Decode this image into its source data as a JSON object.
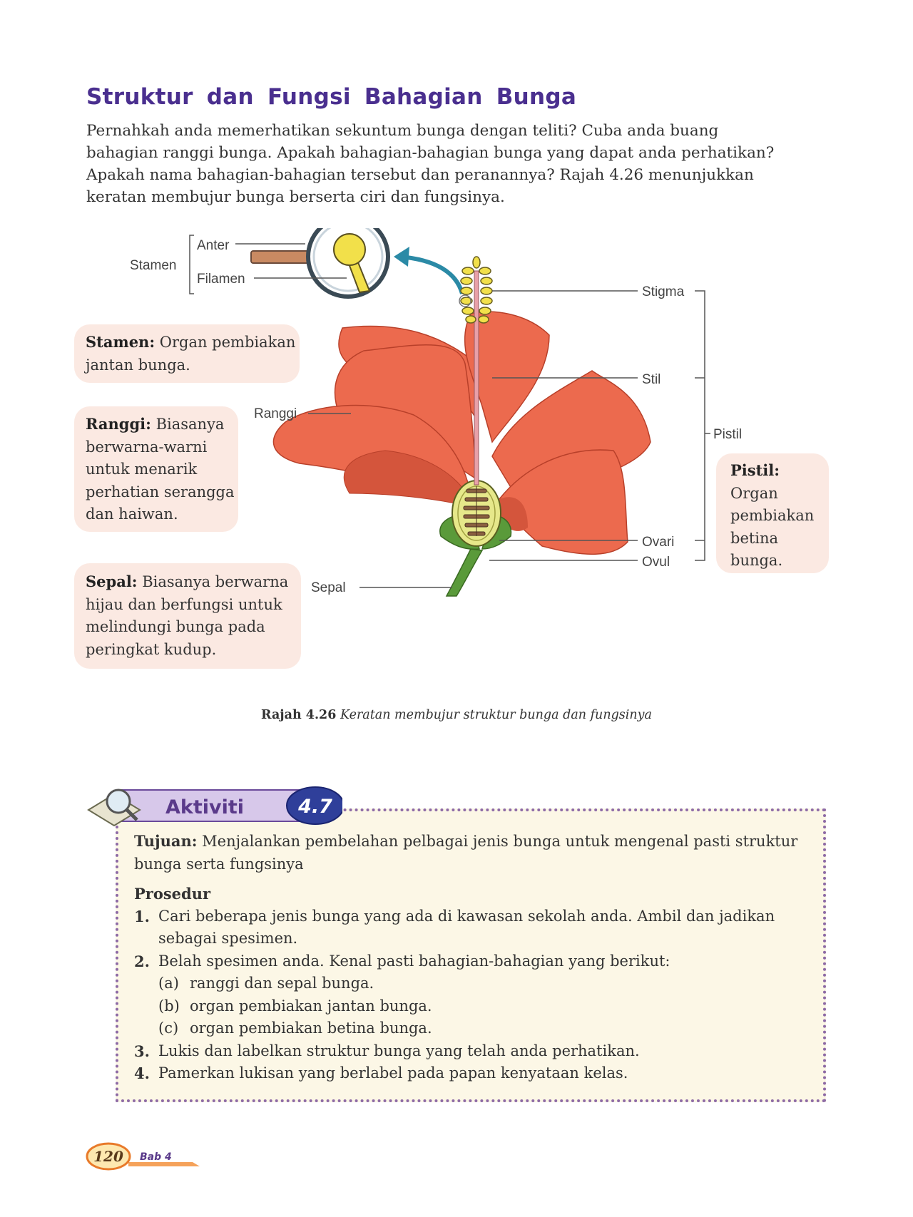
{
  "heading": "Struktur dan Fungsi Bahagian Bunga",
  "intro_lines": [
    "Pernahkah anda memerhatikan sekuntum bunga dengan teliti? Cuba anda buang",
    "bahagian ranggi bunga. Apakah bahagian-bahagian bunga yang dapat anda perhatikan?",
    "Apakah nama bahagian-bahagian tersebut dan peranannya? Rajah 4.26 menunjukkan",
    "keratan membujur bunga berserta ciri dan fungsinya."
  ],
  "diagram": {
    "labels": {
      "stamen": "Stamen",
      "anter": "Anter",
      "filamen": "Filamen",
      "stigma": "Stigma",
      "stil": "Stil",
      "pistil": "Pistil",
      "ranggi": "Ranggi",
      "ovari": "Ovari",
      "ovul": "Ovul",
      "sepal": "Sepal"
    },
    "notes": {
      "stamen": {
        "term": "Stamen:",
        "line1": " Organ pembiakan",
        "line2": "jantan bunga."
      },
      "ranggi": {
        "term": "Ranggi:",
        "line1": " Biasanya",
        "lines": [
          "berwarna-warni",
          "untuk menarik",
          "perhatian serangga",
          "dan haiwan."
        ]
      },
      "sepal": {
        "term": "Sepal:",
        "line1": " Biasanya berwarna",
        "lines": [
          "hijau dan berfungsi untuk",
          "melindungi bunga pada",
          "peringkat kudup."
        ]
      },
      "pistil": {
        "term": "Pistil:",
        "lines": [
          "Organ",
          "pembiakan",
          "betina",
          "bunga."
        ]
      }
    },
    "colors": {
      "petal": "#ec6a4e",
      "petal_dark": "#d4553c",
      "stalk": "#5a9a3a",
      "anther": "#f2e04a",
      "ovary": "#e6e88a",
      "arrow": "#2b8aa6"
    }
  },
  "caption": {
    "label": "Rajah 4.26",
    "text": " Keratan membujur struktur bunga dan fungsinya"
  },
  "activity": {
    "tab_label": "Aktiviti",
    "number": "4.7",
    "objective_term": "Tujuan:",
    "objective_line1": " Menjalankan pembelahan pelbagai jenis bunga untuk mengenal pasti struktur",
    "objective_line2": "bunga serta fungsinya",
    "procedure_title": "Prosedur",
    "steps": [
      {
        "n": "1.",
        "line1": "Cari beberapa jenis bunga yang ada di kawasan sekolah anda. Ambil dan jadikan",
        "line2": "sebagai spesimen."
      },
      {
        "n": "2.",
        "line1": "Belah spesimen anda. Kenal pasti bahagian-bahagian yang berikut:"
      },
      {
        "n": "3.",
        "line1": "Lukis dan labelkan struktur bunga yang telah anda perhatikan."
      },
      {
        "n": "4.",
        "line1": "Pamerkan lukisan yang berlabel pada papan kenyataan kelas."
      }
    ],
    "substeps": [
      {
        "label": "(a)",
        "text": "ranggi dan sepal bunga."
      },
      {
        "label": "(b)",
        "text": "organ pembiakan jantan bunga."
      },
      {
        "label": "(c)",
        "text": "organ pembiakan betina bunga."
      }
    ]
  },
  "footer": {
    "page": "120",
    "chapter": "Bab 4"
  }
}
